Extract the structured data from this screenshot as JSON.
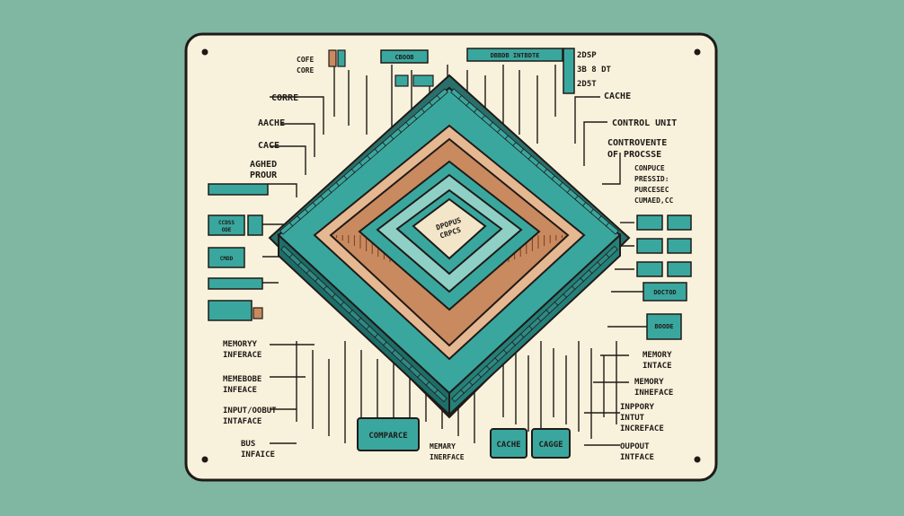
{
  "colors": {
    "background": "#7fb7a3",
    "board": "#f8f2dc",
    "teal": "#3aa79f",
    "teal_dark": "#1d6e6a",
    "copper": "#c98a5f",
    "ink": "#1f1a17"
  },
  "labels": {
    "core_a": "COFE",
    "core_b": "CORE",
    "top_chip_a": "CBOOB",
    "top_chip_b": "DBBDB INTBDTE",
    "dsp_a": "2DSP",
    "dsp_b": "3B 8 DT",
    "dsp_c": "2D5T",
    "core_left": "CORRE",
    "aache": "AACHE",
    "cache_left": "CACE",
    "aghed": "AGHED",
    "prour": "PROUR",
    "cache_right": "CACHE",
    "control_unit": "CONTROL UNIT",
    "controvente_a": "CONTROVENTE",
    "controvente_b": "OF PROCSSE",
    "conpuce_a": "CONPUCE",
    "conpuce_b": "PRESSID:",
    "conpuce_c": "PURCESEC",
    "conpuce_d": "CUMAED,CC",
    "right_box_a": "DOCTOD",
    "right_box_b": "BOODE",
    "memory_interface_left_a": "MEMORYY",
    "memory_interface_left_b": "INFERACE",
    "memebore_a": "MEMEBOBE",
    "memebore_b": "INFEACE",
    "io_a": "INPUT/OOBUT",
    "io_b": "INTAFACE",
    "bus_a": "BUS",
    "bus_b": "INFAICE",
    "compare": "COMPARCE",
    "bottom_mem_a": "MEMARY",
    "bottom_mem_b": "INERFACE",
    "cache_box_a": "CACHE",
    "cache_box_b": "CAGGE",
    "memory_right_a": "MEMORY",
    "memory_right_b": "INTACE",
    "memory_right_c": "MEMORY",
    "memory_right_d": "INHEFACE",
    "inppory_a": "INPPORY",
    "inppory_b": "INTUT",
    "inppory_c": "INCREFACE",
    "output_a": "OUPOUT",
    "output_b": "INTFACE",
    "die_a": "DPOPUS",
    "die_b": "CRPCS",
    "left_box_a": "CCDSS",
    "left_box_b": "ODE",
    "left_box_c": "CMDD"
  }
}
